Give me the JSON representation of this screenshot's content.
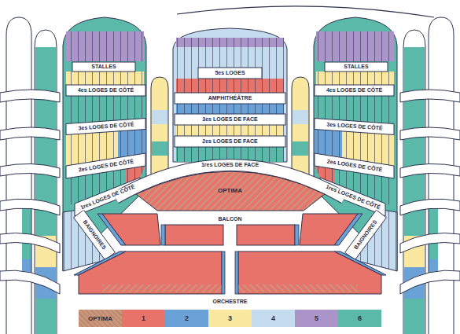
{
  "diagram": {
    "nodes": [
      {
        "text": [
          "OPTIMA"
        ]
      }
    ],
    "labels": [
      "STALLES",
      "STALLES",
      "4es LOGES DE CÔTÉ",
      "4es LOGES DE CÔTÉ",
      "3es LOGES DE CÔTÉ",
      "3es LOGES DE CÔTÉ",
      "2es LOGES DE CÔTÉ",
      "2es LOGES DE CÔTÉ",
      "1res LOGES DE CÔTÉ",
      "1res LOGES DE CÔTÉ",
      "BAIGNOIRES",
      "BAIGNOIRES",
      "5es LOGES",
      "AMPHITHÉÂTRE",
      "3es LOGES DE FACE",
      "2es LOGES DE FACE",
      "1res LOGES DE FACE",
      "BALCON",
      "ORCHESTRE"
    ],
    "legend": [
      {
        "text": "OPTIMA",
        "color": "#c9987c"
      },
      {
        "text": "1",
        "color": "#e8736b"
      },
      {
        "text": "2",
        "color": "#6aa2d8"
      },
      {
        "text": "3",
        "color": "#fbe8a0"
      },
      {
        "text": "4",
        "color": "#c5dcef"
      },
      {
        "text": "5",
        "color": "#ab95c8"
      },
      {
        "text": "6",
        "color": "#5ab9a9"
      }
    ]
  }
}
